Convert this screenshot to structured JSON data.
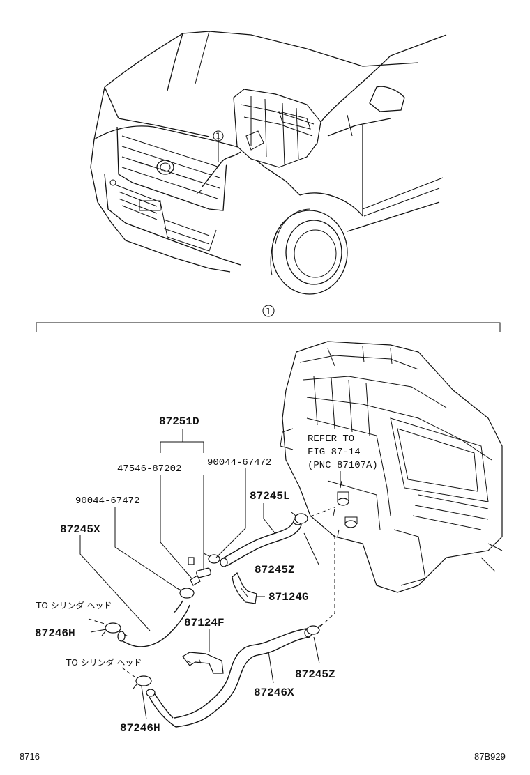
{
  "diagram": {
    "callout_marker": "1",
    "parts": {
      "p87251D": "87251D",
      "p47546": "47546-87202",
      "p90044_left": "90044-67472",
      "p90044_right": "90044-67472",
      "p87245L": "87245L",
      "p87245X": "87245X",
      "p87245Z_upper": "87245Z",
      "p87245Z_lower": "87245Z",
      "p87124G": "87124G",
      "p87124F": "87124F",
      "p87246H_upper": "87246H",
      "p87246H_lower": "87246H",
      "p87246X": "87246X"
    },
    "refer_note": {
      "line1": "REFER TO",
      "line2": "FIG 87-14",
      "line3": "(PNC 87107A)"
    },
    "to_cylinder_head_upper": "TO シリンダ ヘッド",
    "to_cylinder_head_lower": "TO シリンダ ヘッド"
  },
  "footer": {
    "left_code": "8716",
    "right_code": "87B929"
  }
}
